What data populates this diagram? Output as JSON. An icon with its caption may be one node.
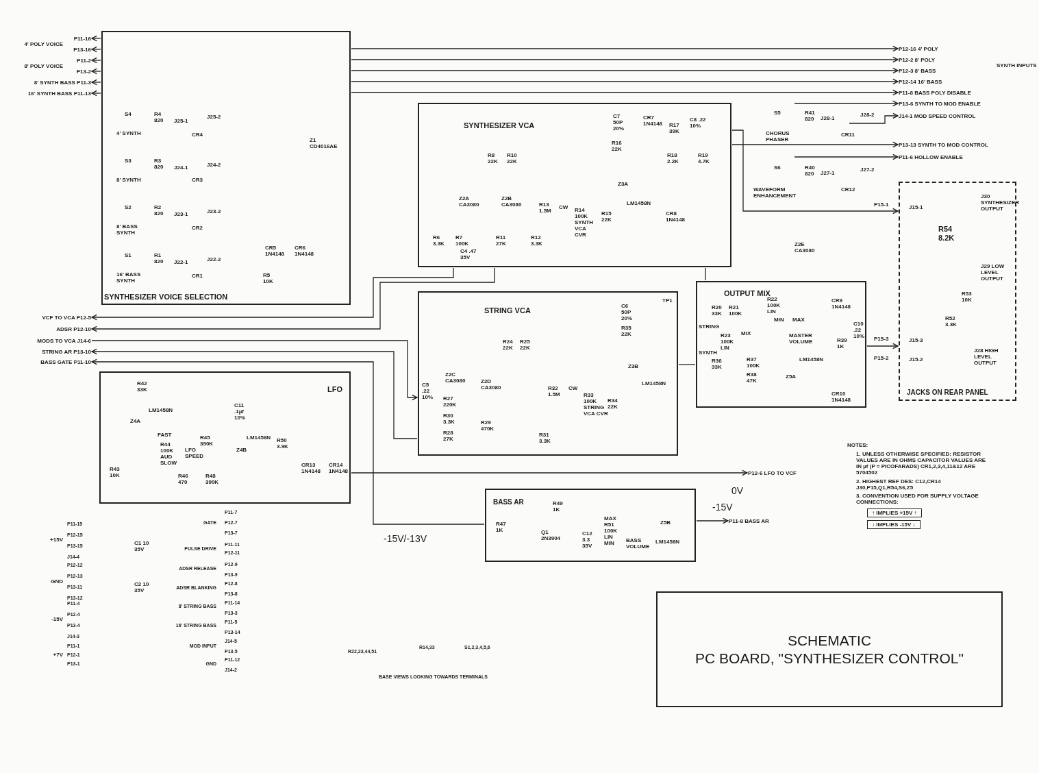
{
  "diagram": {
    "nodes": [
      {
        "text": [
          "SYNTHESIZER VOICE SELECTION",
          "S4",
          "4' SYNTH",
          "R4 820",
          "J25-1",
          "CR4",
          "J25-2",
          "S3",
          "8' SYNTH",
          "R3 820",
          "J24-1",
          "CR3",
          "J24-2",
          "S2",
          "8' BASS SYNTH",
          "R2 820",
          "J23-1",
          "CR2",
          "J23-2",
          "S1",
          "16' BASS SYNTH",
          "R1 820",
          "J22-1",
          "CR1",
          "J22-2",
          "CR5 1N4148",
          "CR6 1N4148",
          "R5 10K",
          "Z1 CD4016AE"
        ]
      },
      {
        "text": [
          "P11-16"
        ]
      },
      {
        "text": [
          "P13-16"
        ]
      },
      {
        "text": [
          "P11-2"
        ]
      },
      {
        "text": [
          "P13-2"
        ]
      },
      {
        "text": [
          "8' SYNTH BASS P11-3"
        ]
      },
      {
        "text": [
          "16' SYNTH BASS P11-13"
        ]
      },
      {
        "text": [
          "P12-16 4' POLY"
        ]
      },
      {
        "text": [
          "P12-2 8' POLY"
        ]
      },
      {
        "text": [
          "P12-3 8' BASS"
        ]
      },
      {
        "text": [
          "P12-14 16' BASS"
        ]
      },
      {
        "text": [
          "P11-8 BASS POLY DISABLE"
        ]
      },
      {
        "text": [
          "P13-6 SYNTH TO MOD ENABLE"
        ]
      },
      {
        "text": [
          "J14-1 MOD SPEED CONTROL"
        ]
      },
      {
        "text": [
          "SYNTHESIZER VCA",
          "R8 22K",
          "R10 22K",
          "Z2A CA3080",
          "Z2B CA3080",
          "R13 1.5M",
          "CW",
          "R14 100K SYNTH VCA CVR",
          "R15 22K",
          "R6 3.3K",
          "R7 100K",
          "R11 27K",
          "R12 3.3K",
          "C4 .47 35V",
          "C7 50P 20%",
          "CR7 1N4148",
          "R17 39K",
          "C8 .22 10%",
          "R16 22K",
          "R18 2.2K",
          "R19 4.7K",
          "Z3A",
          "LM1458N",
          "CR8 1N4148"
        ]
      },
      {
        "text": [
          "P13-13 SYNTH TO MOD CONTROL"
        ]
      },
      {
        "text": [
          "P11-6 HOLLOW ENABLE"
        ]
      },
      {
        "text": [
          "JACKS ON REAR PANEL",
          "J30 SYNTHESIZER OUTPUT",
          "R54 8.2K",
          "J29 LOW LEVEL OUTPUT",
          "R53 10K",
          "R52 3.3K",
          "J28 HIGH LEVEL OUTPUT",
          "J15-1",
          "J15-3",
          "J15-2"
        ]
      },
      {
        "text": [
          "OUTPUT MIX",
          "R20 33K",
          "R21 100K",
          "R22 100K LIN",
          "MIN",
          "MAX",
          "STRING",
          "R23 100K LIN",
          "MIX",
          "MASTER VOLUME",
          "SYNTH",
          "R36 33K",
          "R37 100K",
          "R38 47K",
          "Z5A",
          "LM1458N",
          "CR9 1N4148",
          "C10 .22 10%",
          "R39 1K",
          "CR10 1N4148"
        ]
      },
      {
        "text": [
          "STRING VCA",
          "C6 50P 20%",
          "TP1",
          "R35 22K",
          "R24 22K",
          "R25 22K",
          "Z2C CA3080",
          "Z2D CA3080",
          "C5 .22 10%",
          "R27 220K",
          "R30 3.3K",
          "R28 27K",
          "R29 470K",
          "R32 1.5M",
          "CW",
          "R33 100K STRING VCA CVR",
          "R34 22K",
          "Z3B",
          "LM1458N",
          "R31 3.3K"
        ]
      },
      {
        "text": [
          "VCF TO VCA P12-5"
        ]
      },
      {
        "text": [
          "ADSR P12-10"
        ]
      },
      {
        "text": [
          "MODS TO VCA J14-6"
        ]
      },
      {
        "text": [
          "STRING AR P13-10"
        ]
      },
      {
        "text": [
          "BASS GATE P11-10"
        ]
      },
      {
        "text": [
          "LFO",
          "R42 33K",
          "Z4A",
          "LM1458N",
          "FAST",
          "R44 100K AUD SLOW",
          "LFO SPEED",
          "R45 390K",
          "C11 .1µf 10%",
          "Z4B",
          "LM1458N",
          "R46 470",
          "R48 390K",
          "R43 10K",
          "R50 3.9K",
          "CR13 1N4148",
          "CR14 1N4148"
        ]
      },
      {
        "text": [
          "P12-6 LFO TO VCF"
        ]
      },
      {
        "text": [
          "BASS AR",
          "R47 1K",
          "Q1 2N3904",
          "R49 1K",
          "C12 3.3 35V",
          "MAX R51 100K LIN MIN",
          "BASS VOLUME",
          "Z5B",
          "LM1458N"
        ]
      },
      {
        "text": [
          "P11-8 BASS AR"
        ]
      },
      {
        "text": [
          "SCHEMATIC",
          "PC BOARD, \"SYNTHESIZER CONTROL\""
        ]
      }
    ],
    "edges": [
      {
        "from": 0,
        "to": 1,
        "arrow": "to"
      },
      {
        "from": 0,
        "to": 2,
        "arrow": "to"
      },
      {
        "from": 0,
        "to": 3,
        "arrow": "to"
      },
      {
        "from": 0,
        "to": 4,
        "arrow": "to"
      },
      {
        "from": 0,
        "to": 5,
        "arrow": "to"
      },
      {
        "from": 0,
        "to": 6,
        "arrow": "to"
      },
      {
        "from": 0,
        "to": 7,
        "arrow": "to"
      },
      {
        "from": 0,
        "to": 8,
        "arrow": "to"
      },
      {
        "from": 0,
        "to": 9,
        "arrow": "to"
      },
      {
        "from": 0,
        "to": 10,
        "arrow": "to"
      },
      {
        "from": 0,
        "to": 11,
        "arrow": "to"
      },
      {
        "from": null,
        "to": 12,
        "arrow": "to"
      },
      {
        "from": null,
        "to": 13,
        "arrow": "to"
      },
      {
        "from": 14,
        "to": 15,
        "arrow": "to"
      },
      {
        "from": null,
        "to": 16,
        "arrow": "to"
      },
      {
        "from": 14,
        "to": 17,
        "arrow": "to"
      },
      {
        "from": 14,
        "to": 18,
        "arrow": "none"
      },
      {
        "from": 19,
        "to": 18,
        "arrow": "none"
      },
      {
        "from": 18,
        "to": 17,
        "arrow": "to"
      },
      {
        "from": 14,
        "to": 20,
        "arrow": "to"
      },
      {
        "from": 14,
        "to": 21,
        "arrow": "to"
      },
      {
        "from": 22,
        "to": 19,
        "arrow": "to"
      },
      {
        "from": 19,
        "to": 23,
        "arrow": "to"
      },
      {
        "from": 27,
        "to": 24,
        "arrow": "to"
      },
      {
        "from": 25,
        "to": 26,
        "arrow": "to"
      },
      {
        "from": 27,
        "to": 28,
        "arrow": "to"
      }
    ],
    "labels": [
      "4' POLY VOICE",
      "8' POLY VOICE",
      "SYNTH INPUTS",
      "S5",
      "CHORUS PHASER",
      "R41 820",
      "J28-1",
      "CR11",
      "J28-2",
      "S6",
      "WAVEFORM ENHANCEMENT",
      "R40 820",
      "J27-1",
      "CR12",
      "J27-2",
      "Z2E CA3080",
      "P15-1",
      "P15-3",
      "P15-2",
      "-15V/-13V",
      "0V",
      "-15V",
      "NOTES:",
      "1. UNLESS OTHERWISE SPECIFIED: RESISTOR VALUES ARE IN OHMS CAPACITOR VALUES ARE IN µf (P = PICOFARADS) CR1,2,3,4,11&12 ARE 5704502",
      "2. HIGHEST REF DES: C12,CR14 J30,P15,Q1,R54,S6,Z5",
      "3. CONVENTION USED FOR SUPPLY VOLTAGE CONNECTIONS:",
      "↑ IMPLIES +15V ↑",
      "↓ IMPLIES -15V ↓",
      "+15V",
      "P11-15",
      "P12-15",
      "P13-15",
      "J14-4",
      "C1 10 35V",
      "GND",
      "P12-12",
      "P12-13",
      "P13-11",
      "P13-12",
      "C2 10 35V",
      "-15V",
      "P11-4",
      "P12-4",
      "P13-4",
      "J14-3",
      "+7V",
      "P11-1",
      "P12-1",
      "P13-1",
      "GATE",
      "P11-7",
      "P12-7",
      "P13-7",
      "PULSE DRIVE",
      "P11-11",
      "P12-11",
      "ADSR RELEASE",
      "P12-9",
      "P13-9",
      "ADSR BLANKING",
      "P12-8",
      "P13-8",
      "8' STRING BASS",
      "P11-14",
      "P13-3",
      "16' STRING BASS",
      "P11-5",
      "P13-14",
      "MOD INPUT",
      "J14-5",
      "P13-5",
      "GND",
      "P11-12",
      "J14-2",
      "R22,23,44,51",
      "R14,33",
      "S1,2,3,4,5,6",
      "BASE VIEWS LOOKING TOWARDS TERMINALS"
    ]
  }
}
